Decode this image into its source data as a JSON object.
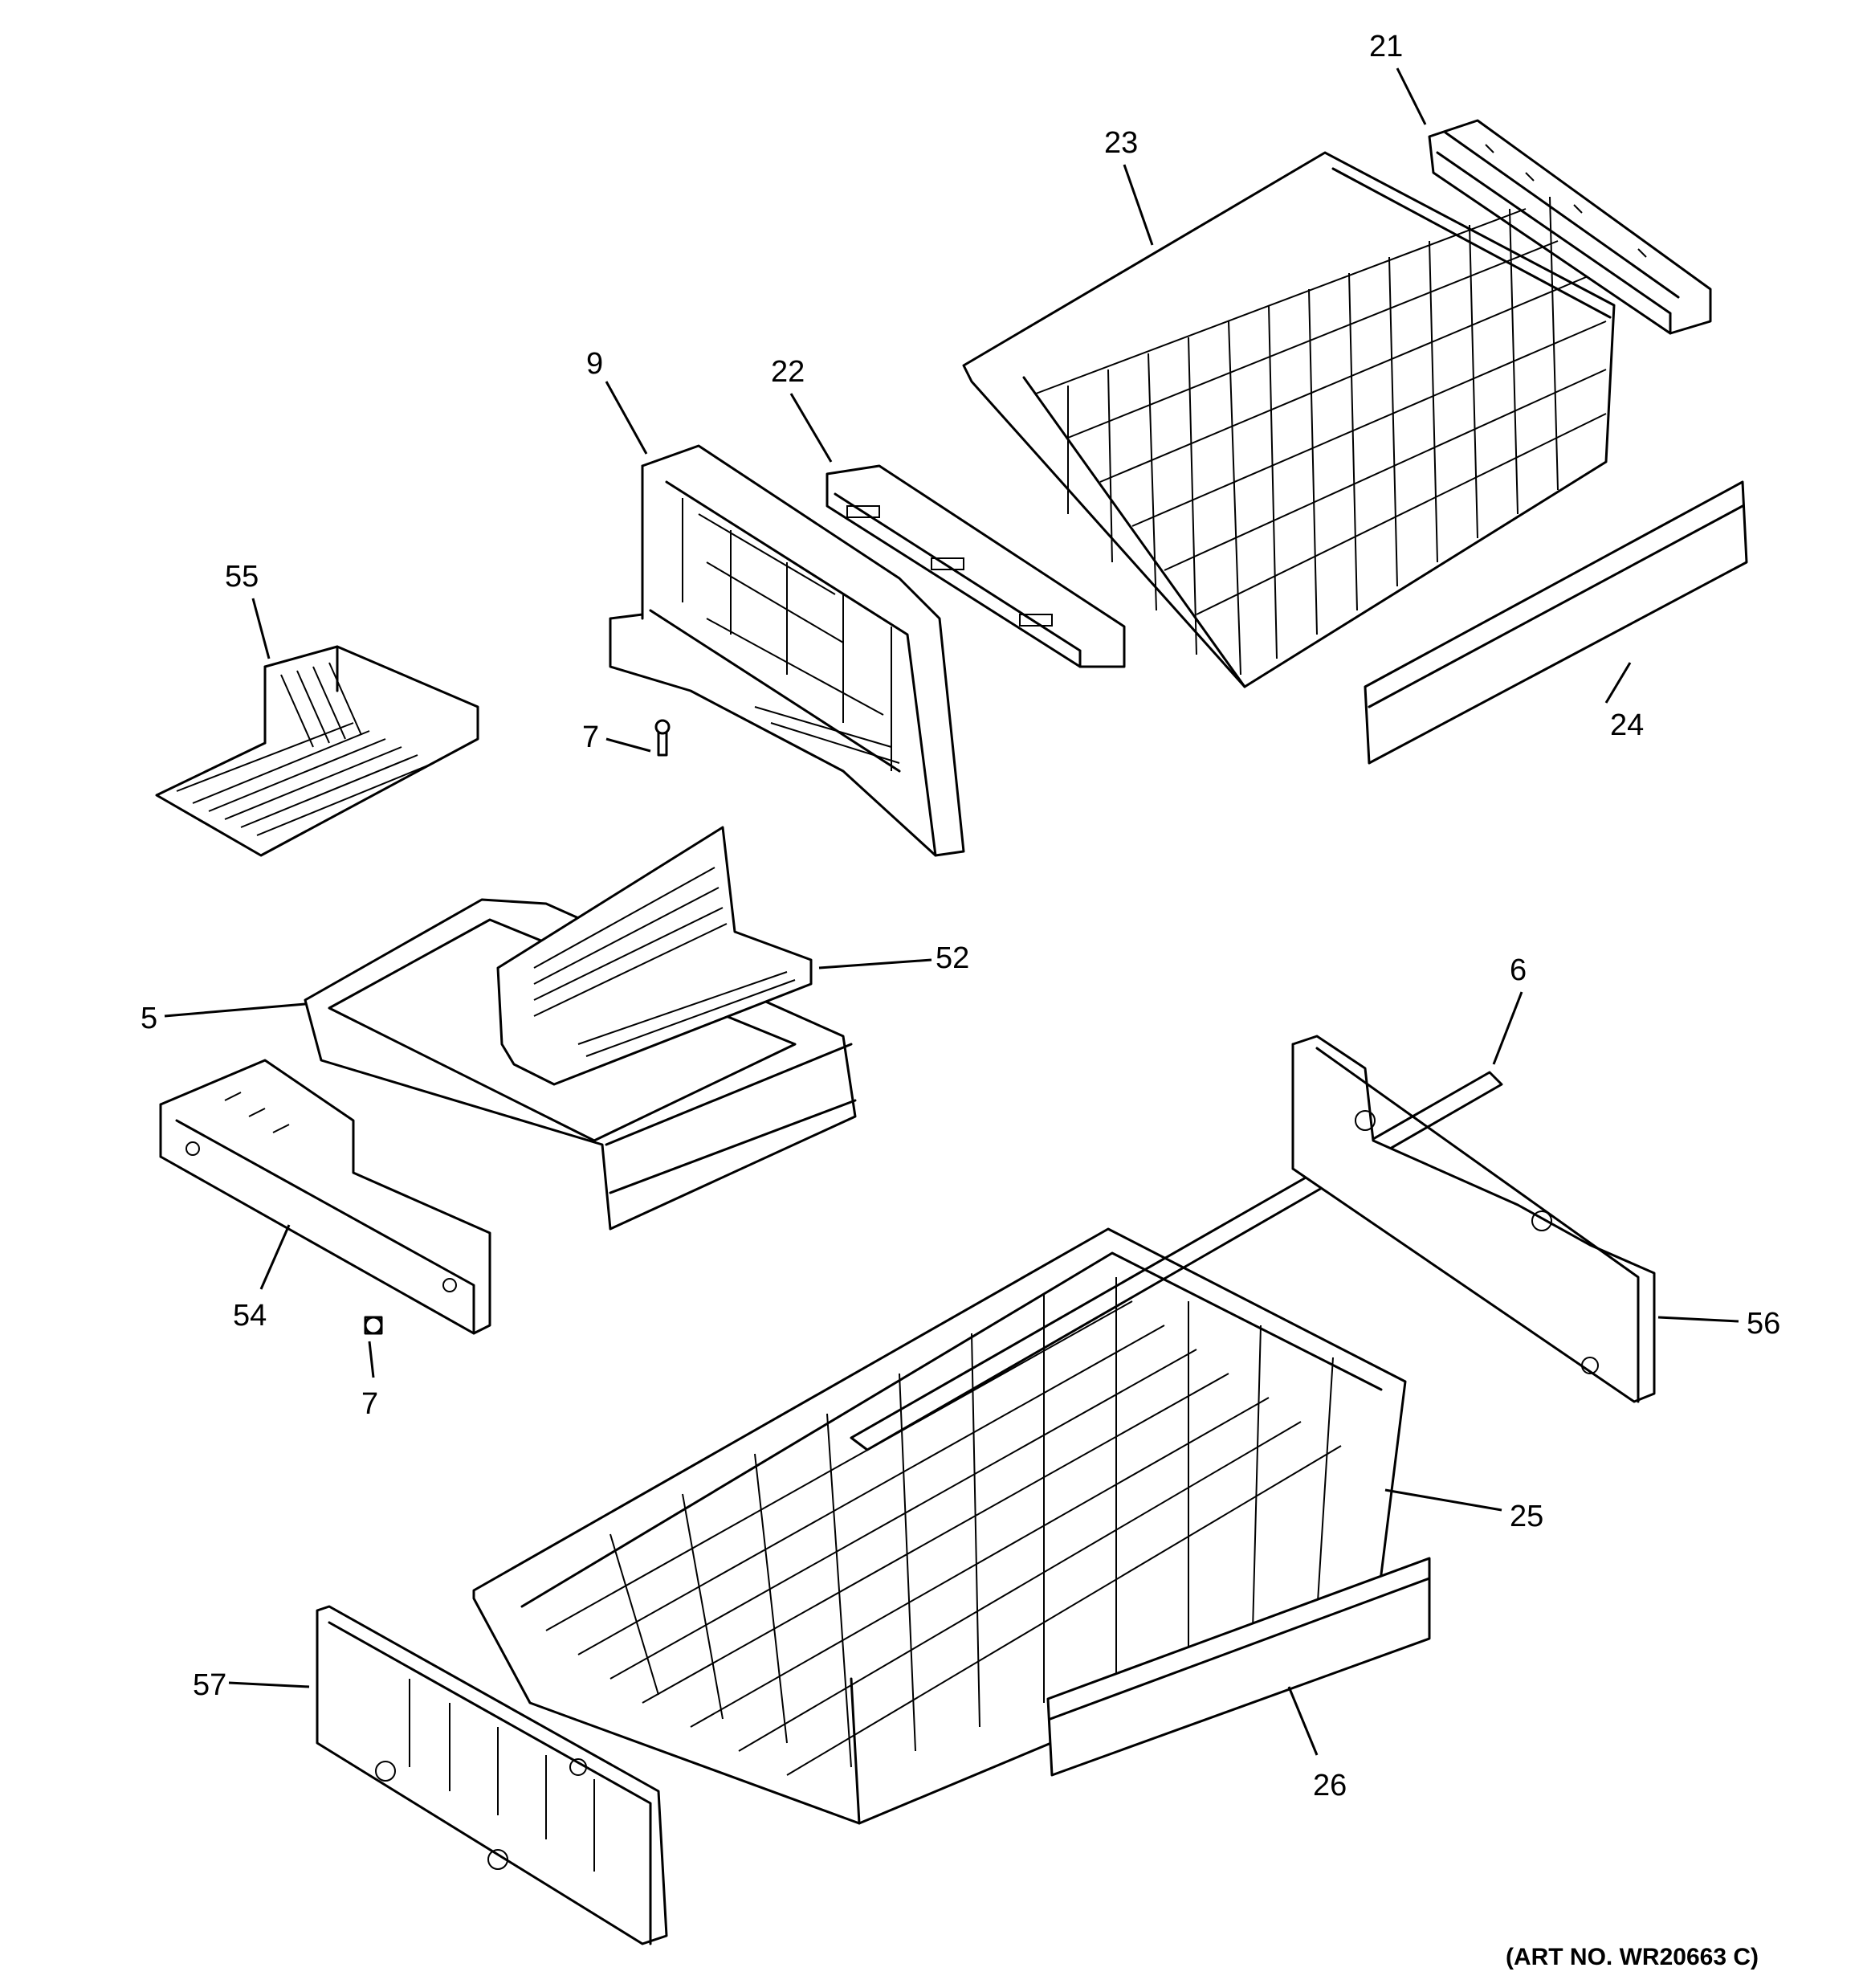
{
  "callouts": {
    "p21": "21",
    "p23": "23",
    "p9": "9",
    "p22": "22",
    "p55": "55",
    "p24": "24",
    "p7a": "7",
    "p52": "52",
    "p5": "5",
    "p6": "6",
    "p54": "54",
    "p56": "56",
    "p7b": "7",
    "p25": "25",
    "p57": "57",
    "p26": "26"
  },
  "art_number": "(ART NO. WR20663 C)"
}
